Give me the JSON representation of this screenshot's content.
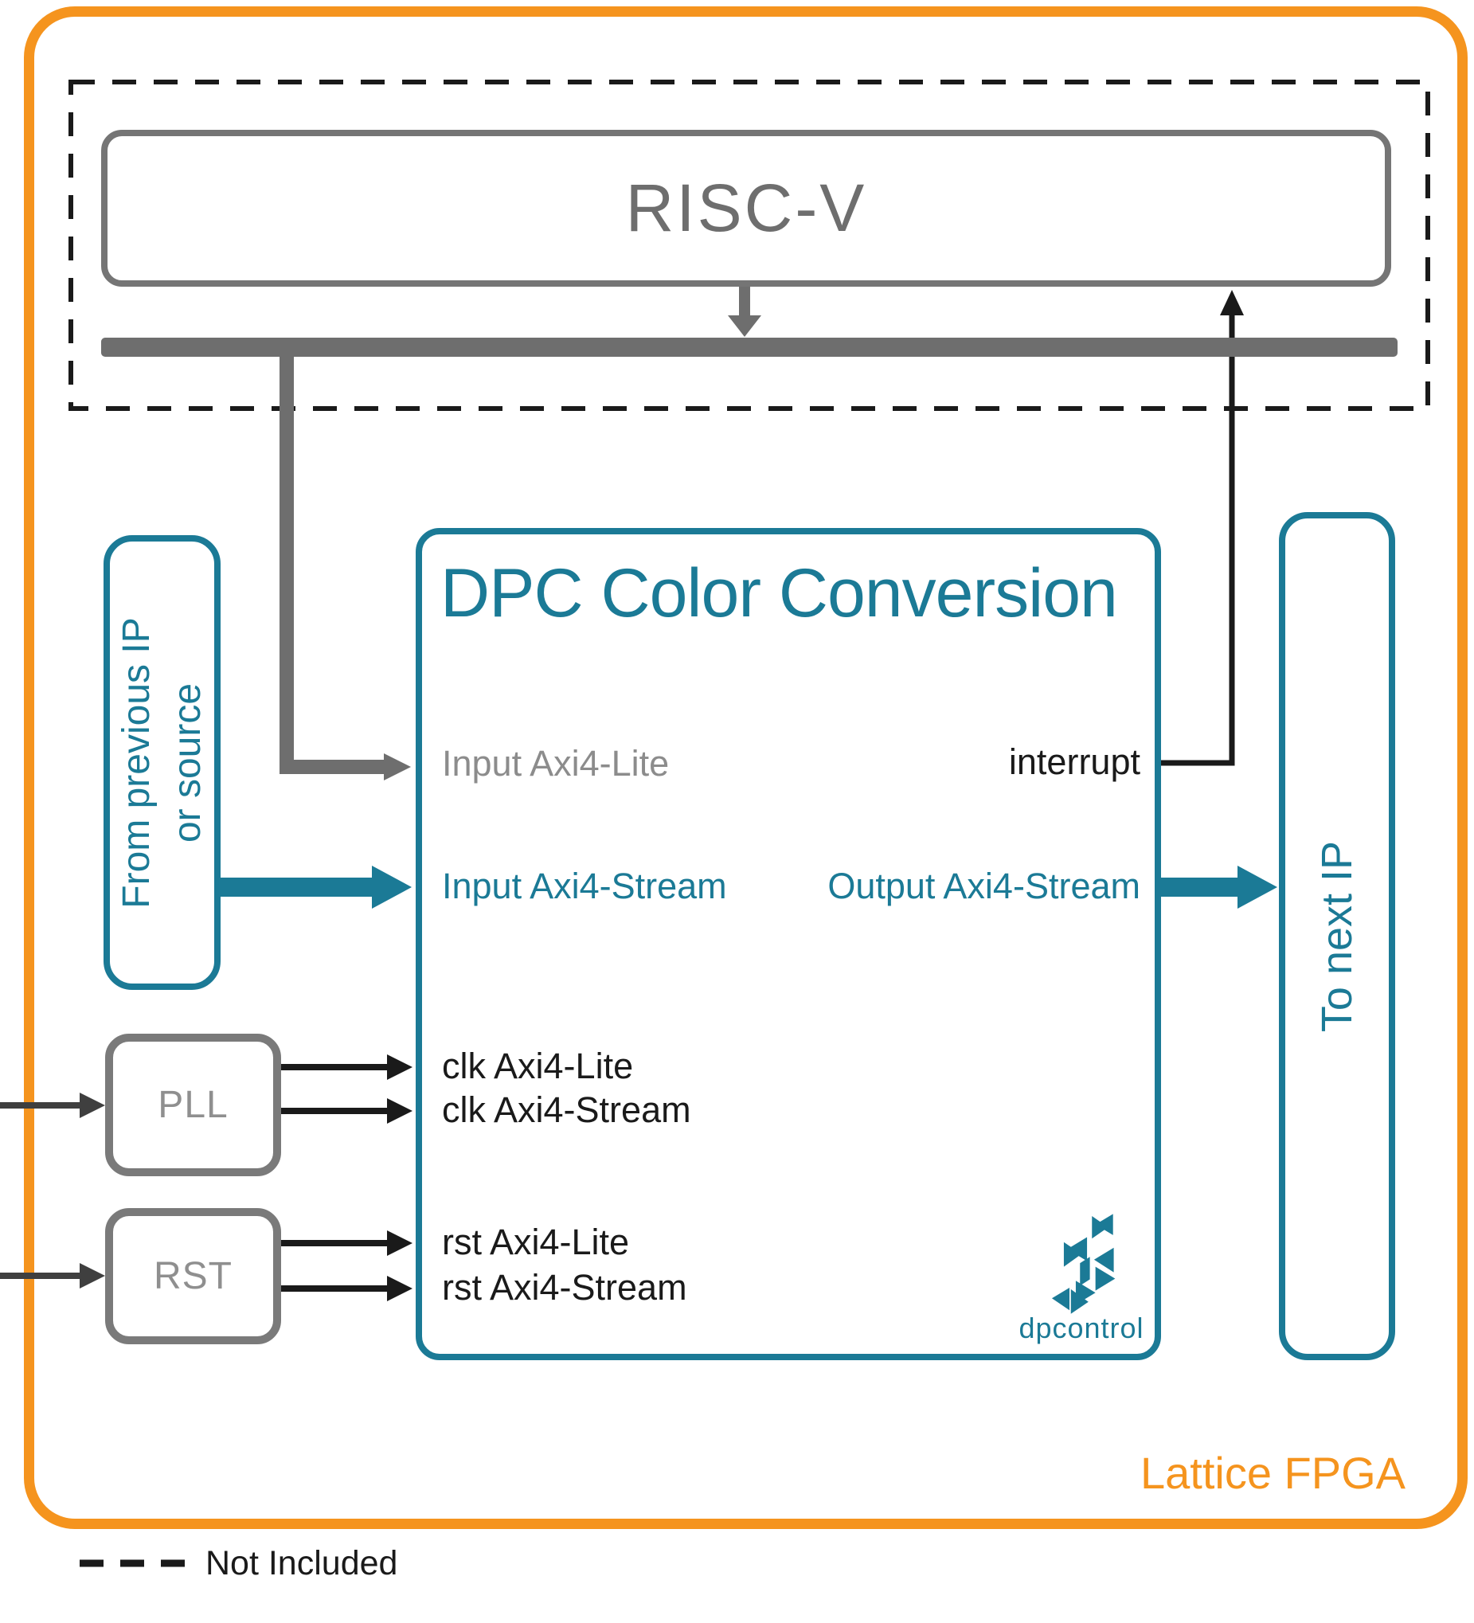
{
  "colors": {
    "teal": "#1B7A96",
    "orange": "#F5941E",
    "gray": "#6E6E6E",
    "port_gray": "#8C8C8C",
    "black": "#1A1A1A"
  },
  "outer": {
    "label": "Lattice FPGA"
  },
  "legend": {
    "label": "Not Included"
  },
  "riscv": {
    "label": "RISC-V"
  },
  "dpc": {
    "title": "DPC Color Conversion",
    "ports": {
      "input_lite": "Input Axi4-Lite",
      "input_stream": "Input Axi4-Stream",
      "clk_lite": "clk Axi4-Lite",
      "clk_stream": "clk Axi4-Stream",
      "rst_lite": "rst Axi4-Lite",
      "rst_stream": "rst Axi4-Stream",
      "interrupt": "interrupt",
      "output_stream": "Output Axi4-Stream"
    },
    "logo_text": "dpcontrol"
  },
  "from_box": {
    "line1": "From previous IP",
    "line2": "or source"
  },
  "to_box": {
    "label": "To next IP"
  },
  "pll": {
    "label": "PLL"
  },
  "rst": {
    "label": "RST"
  }
}
